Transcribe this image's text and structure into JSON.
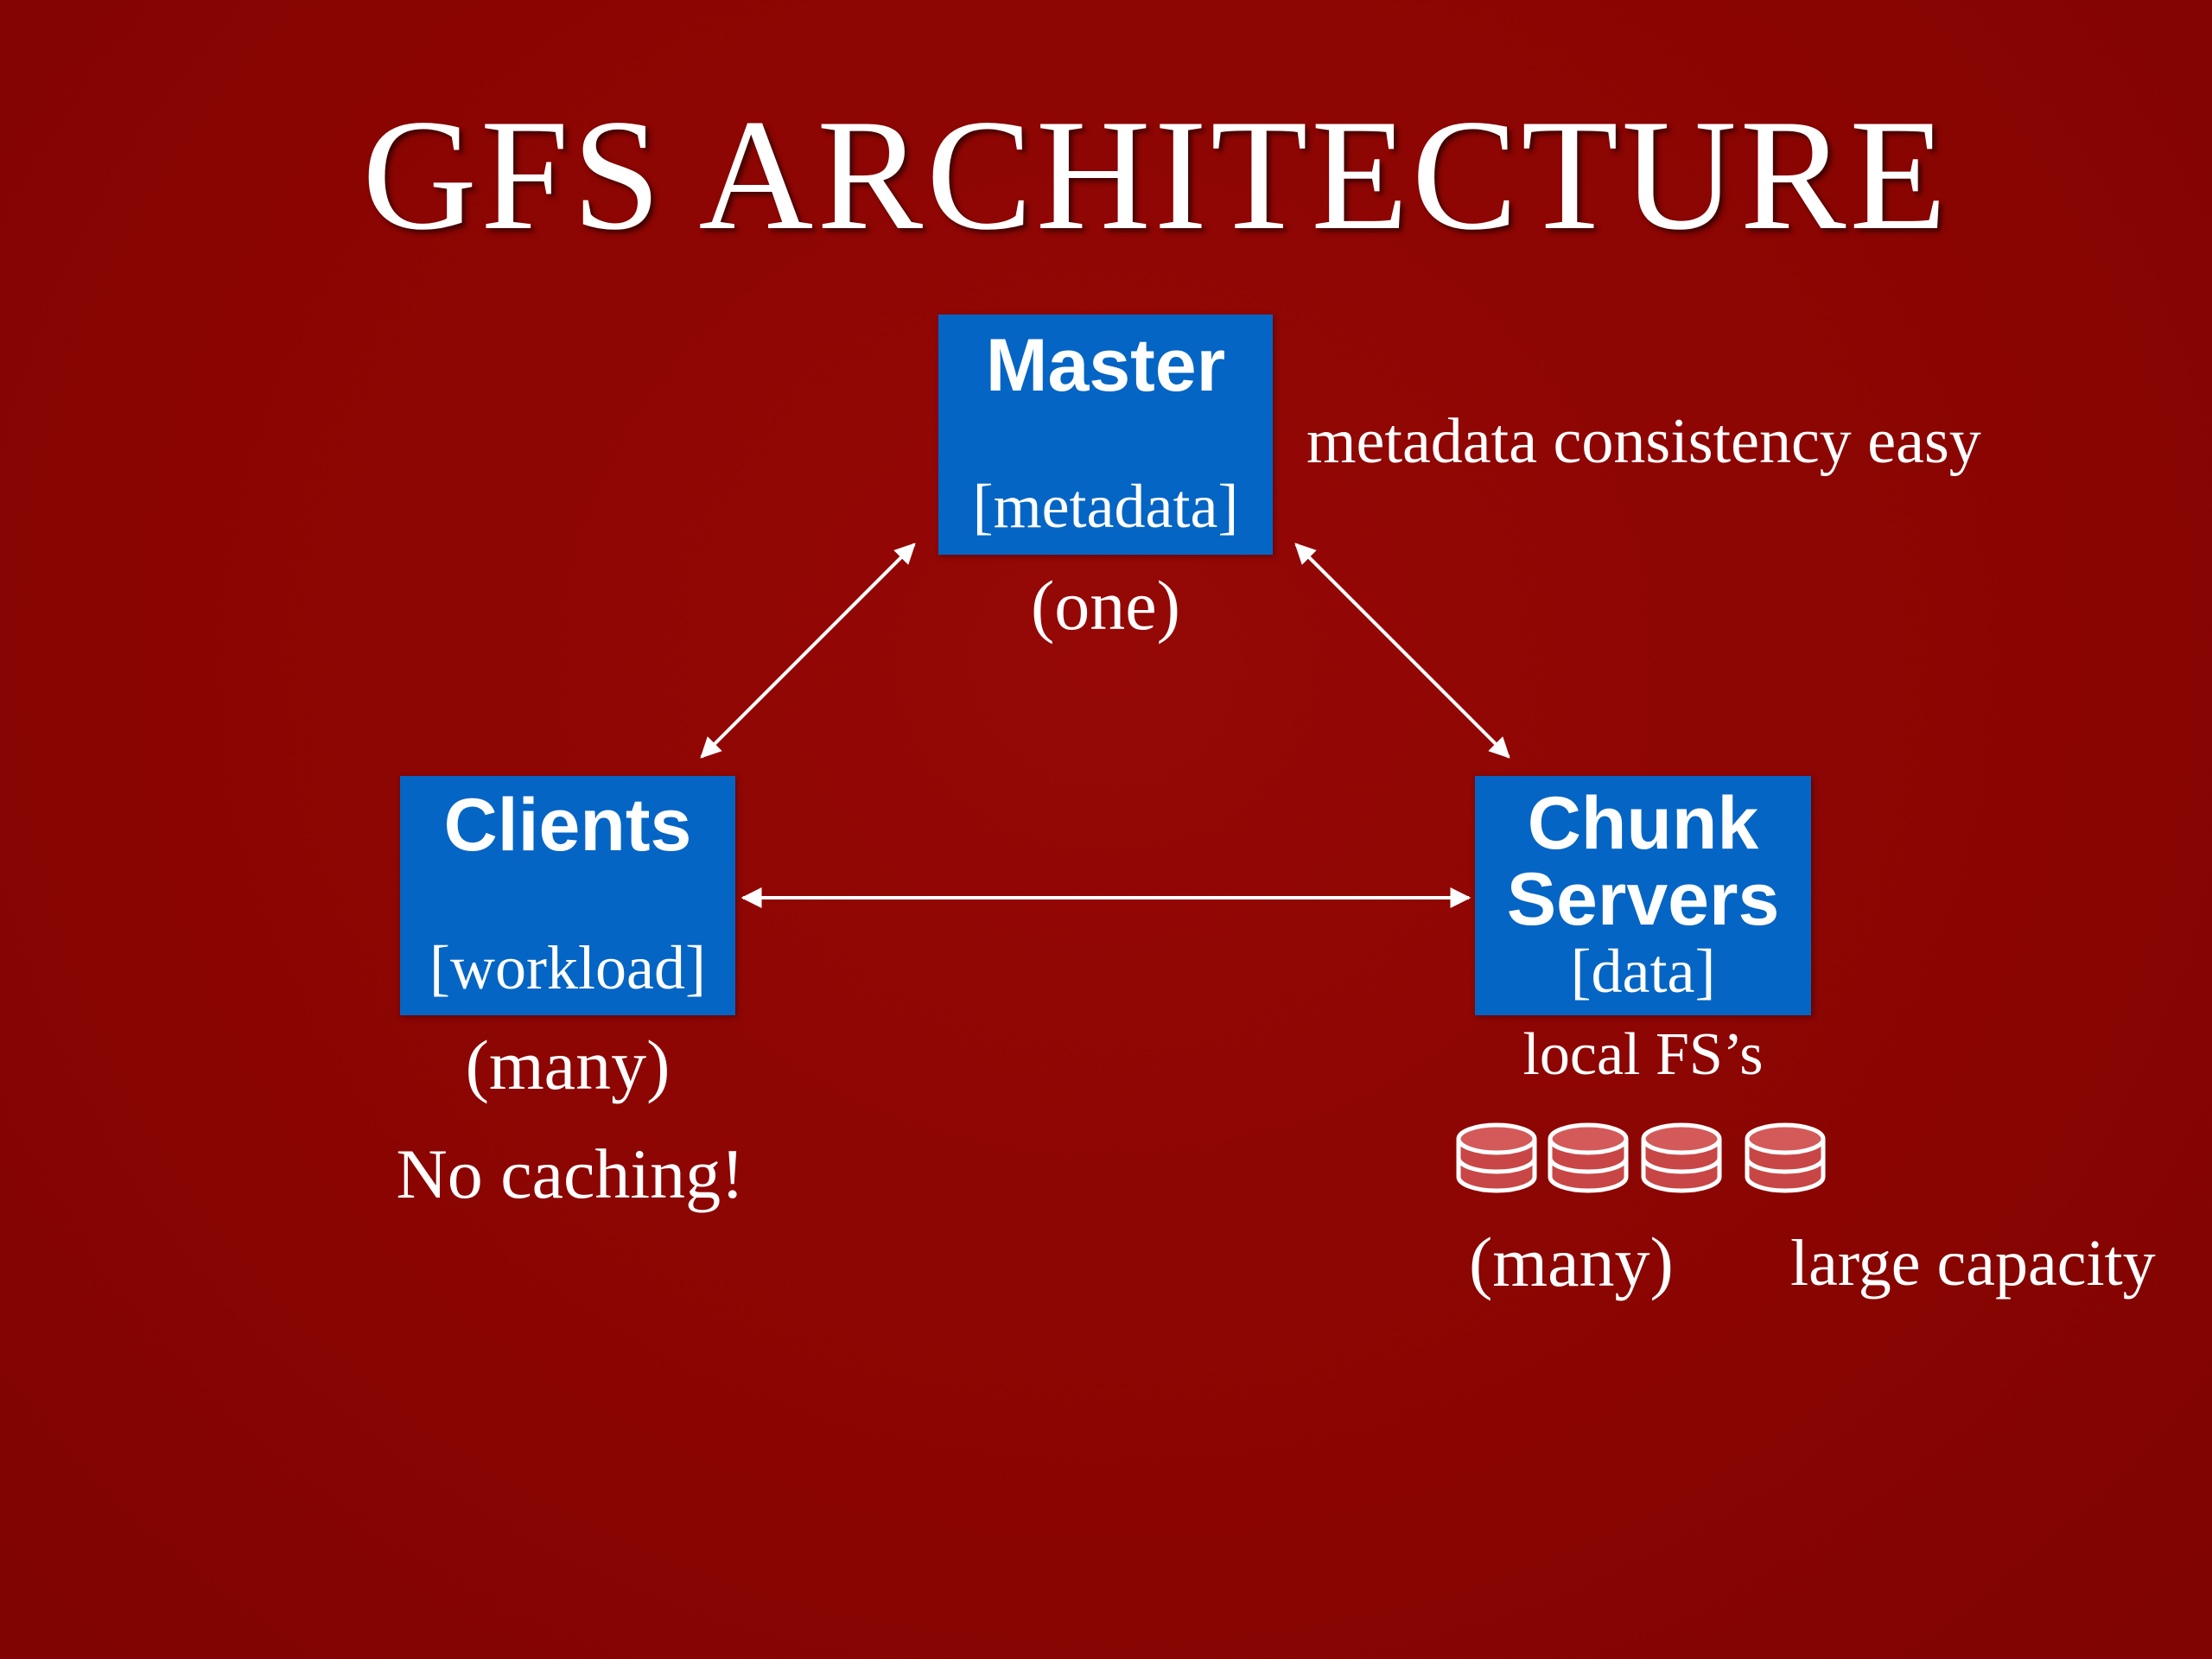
{
  "slide": {
    "title": "GFS Architecture"
  },
  "master": {
    "label": "Master",
    "role": "[metadata]",
    "count": "(one)",
    "note": "metadata consistency easy"
  },
  "clients": {
    "label": "Clients",
    "role": "[workload]",
    "count": "(many)",
    "note": "No caching!"
  },
  "chunk_servers": {
    "label_line1": "Chunk",
    "label_line2": "Servers",
    "role": "[data]",
    "storage": "local FS’s",
    "count": "(many)",
    "note": "large capacity",
    "disk_icon": "disk-stack-icon"
  },
  "colors": {
    "background": "#8e0603",
    "box": "#0565c4",
    "disk": "#cc4a4a",
    "text": "#ffffff"
  }
}
